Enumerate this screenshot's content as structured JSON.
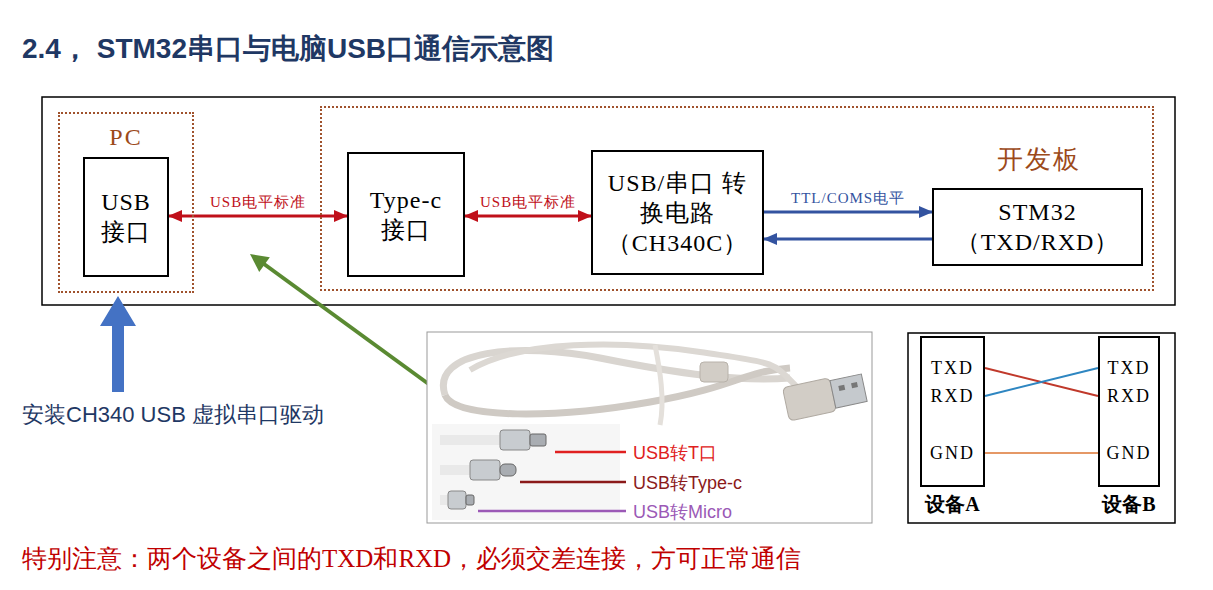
{
  "diagram": {
    "title": "2.4， STM32串口与电脑USB口通信示意图",
    "nodes": [
      {
        "text": [
          "PC"
        ]
      },
      {
        "text": [
          "USB 接口"
        ],
        "in": 0
      },
      {
        "text": [
          "开发板"
        ]
      },
      {
        "text": [
          "Type-c 接口"
        ],
        "in": 2
      },
      {
        "text": [
          "USB/串口 转换电路 （CH340C）"
        ],
        "in": 2
      },
      {
        "text": [
          "STM32 （TXD/RXD）"
        ],
        "in": 2
      },
      {
        "text": [
          "设备A"
        ]
      },
      {
        "text": [
          "设备B"
        ]
      }
    ],
    "edges": [
      {
        "from": 1,
        "to": 3,
        "arrow": "both",
        "label": "USB电平标准"
      },
      {
        "from": 3,
        "to": 4,
        "arrow": "both",
        "label": "USB电平标准"
      },
      {
        "from": 4,
        "to": 5,
        "arrow": "to",
        "label": "TTL/COMS电平"
      },
      {
        "from": 5,
        "to": 4,
        "arrow": "to"
      },
      {
        "from": 6,
        "to": 7,
        "arrow": "none"
      },
      {
        "from": 6,
        "to": 7,
        "arrow": "none"
      },
      {
        "from": 6,
        "to": 7,
        "arrow": "none"
      }
    ],
    "labels": [
      "安装CH340 USB 虚拟串口驱动",
      "USB转T口",
      "USB转Type-c",
      "USB转Micro",
      "TXD",
      "RXD",
      "GND",
      "TXD",
      "RXD",
      "GND",
      "特别注意：两个设备之间的TXD和RXD，必须交差连接，方可正常通信"
    ]
  }
}
